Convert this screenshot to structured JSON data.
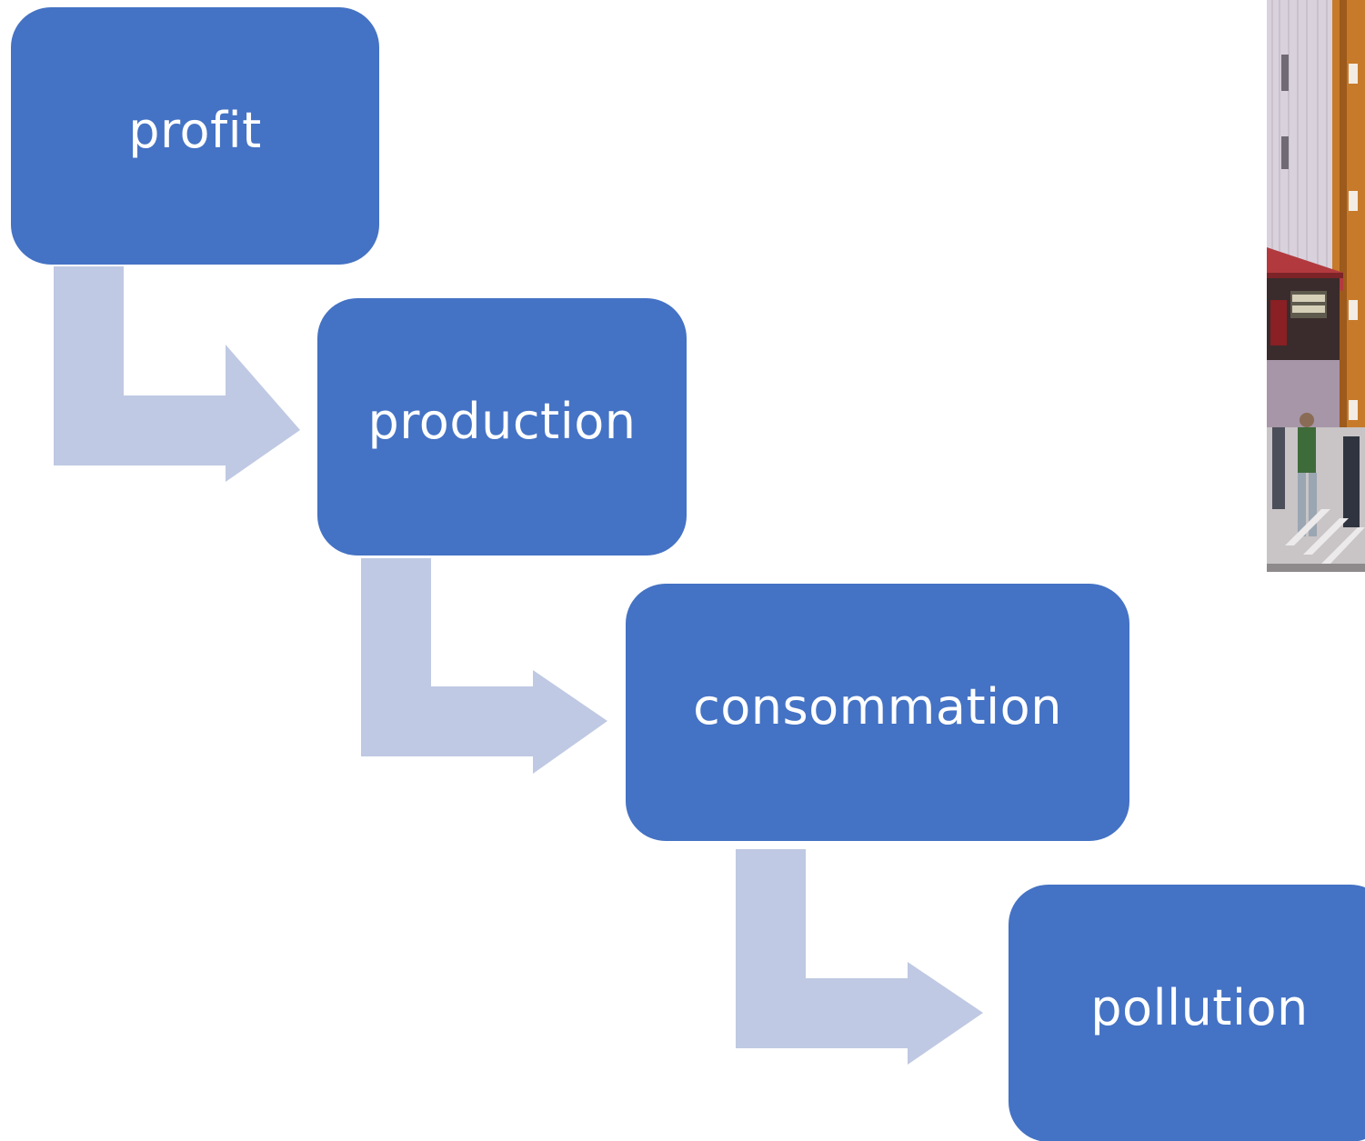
{
  "colors": {
    "box": "#4472c4",
    "arrow": "#bfc9e3",
    "text": "#ffffff"
  },
  "diagram": {
    "steps": [
      {
        "label": "profit"
      },
      {
        "label": "production"
      },
      {
        "label": "consommation"
      },
      {
        "label": "pollution"
      }
    ]
  },
  "photo": {
    "icon": "street-scene-photo"
  }
}
